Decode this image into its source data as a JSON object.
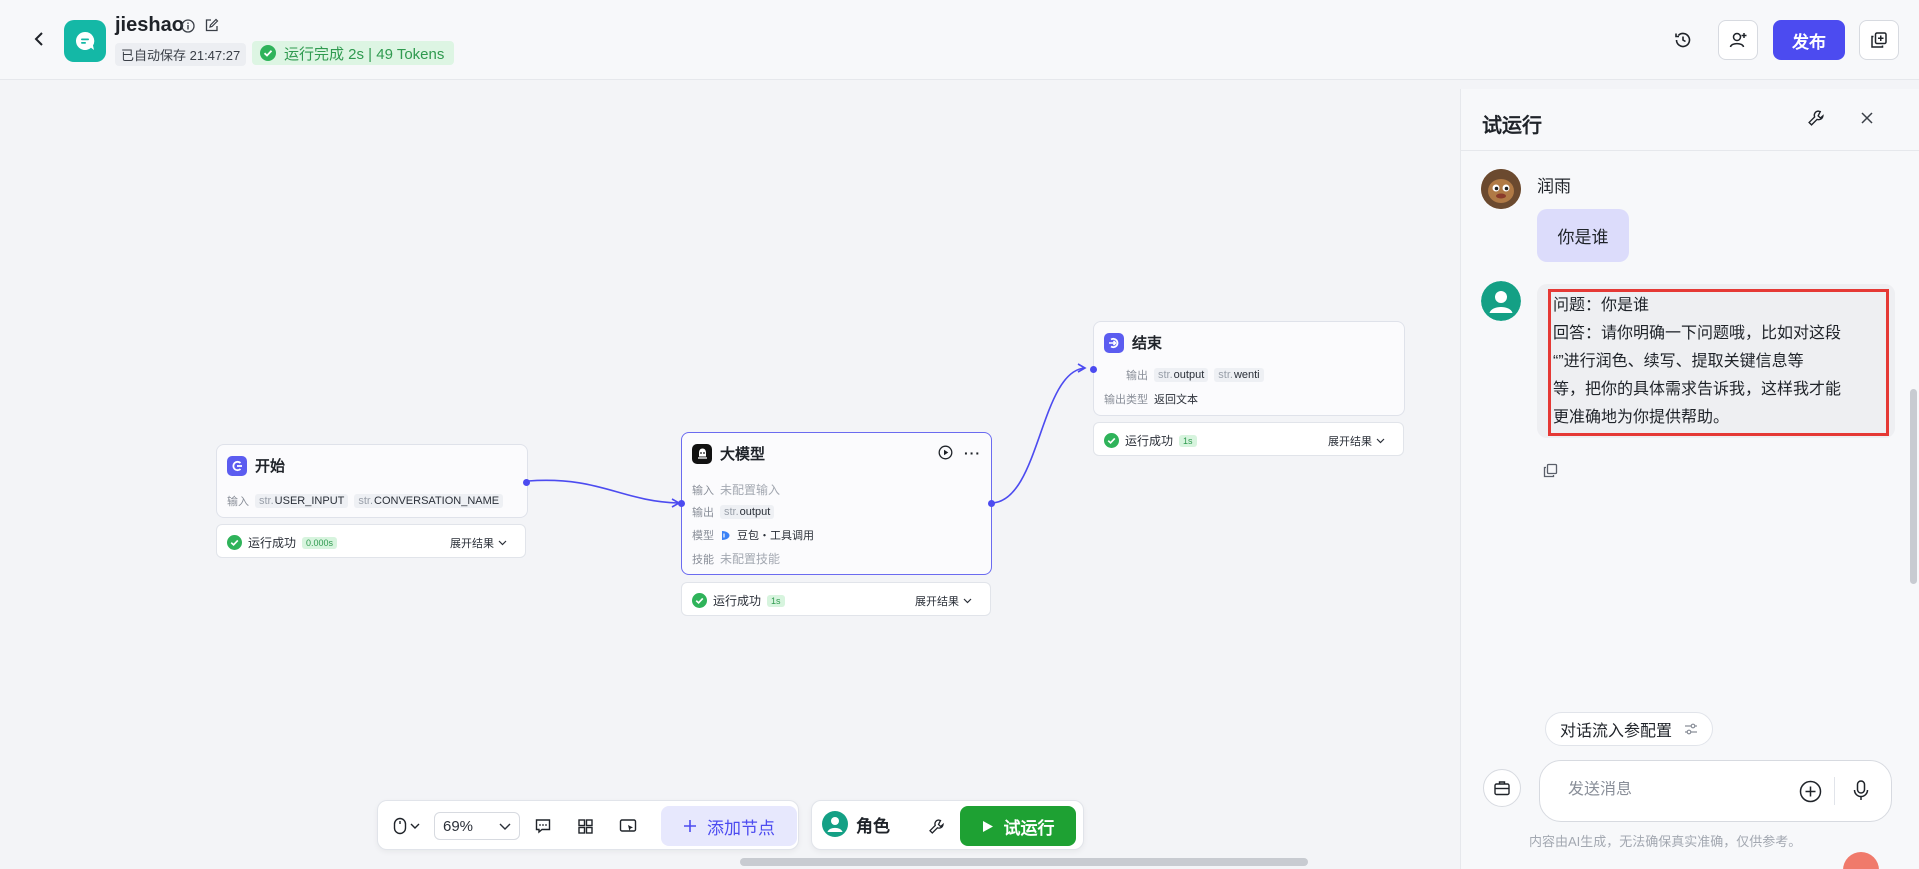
{
  "header": {
    "app_name": "jieshao",
    "autosave": "已自动保存 21:47:27",
    "run_status": "运行完成 2s | 49 Tokens",
    "publish_label": "发布"
  },
  "nodes": {
    "start": {
      "title": "开始",
      "input_label": "输入",
      "inputs": [
        {
          "type": "str.",
          "name": "USER_INPUT"
        },
        {
          "type": "str.",
          "name": "CONVERSATION_NAME"
        }
      ],
      "result": {
        "status": "运行成功",
        "time": "0.000s",
        "expand": "展开结果"
      }
    },
    "llm": {
      "title": "大模型",
      "input_label": "输入",
      "input_value": "未配置输入",
      "output_label": "输出",
      "output": {
        "type": "str.",
        "name": "output"
      },
      "model_label": "模型",
      "model_value": "豆包・工具调用",
      "skill_label": "技能",
      "skill_value": "未配置技能",
      "result": {
        "status": "运行成功",
        "time": "1s",
        "expand": "展开结果"
      }
    },
    "end": {
      "title": "结束",
      "output_label": "输出",
      "outputs": [
        {
          "type": "str.",
          "name": "output"
        },
        {
          "type": "str.",
          "name": "wenti"
        }
      ],
      "output_type_label": "输出类型",
      "output_type_value": "返回文本",
      "result": {
        "status": "运行成功",
        "time": "1s",
        "expand": "展开结果"
      }
    }
  },
  "toolbar": {
    "zoom": "69%",
    "add_node": "添加节点",
    "role": "角色",
    "test_run": "试运行"
  },
  "panel": {
    "title": "试运行",
    "user_name": "润雨",
    "user_message": "你是谁",
    "bot_message_lines": [
      "问题：你是谁",
      "回答：请你明确一下问题哦，比如对这段",
      "“”进行润色、续写、提取关键信息等",
      "等，把你的具体需求告诉我，这样我才能",
      "更准确地为你提供帮助。"
    ],
    "flow_config": "对话流入参配置",
    "input_placeholder": "发送消息",
    "disclaimer": "内容由AI生成，无法确保真实准确，仅供参考。"
  },
  "colors": {
    "accent": "#4c4bf0",
    "success": "#1ea133",
    "highlight_border": "#e53935",
    "app_logo": "#14b8a6"
  }
}
